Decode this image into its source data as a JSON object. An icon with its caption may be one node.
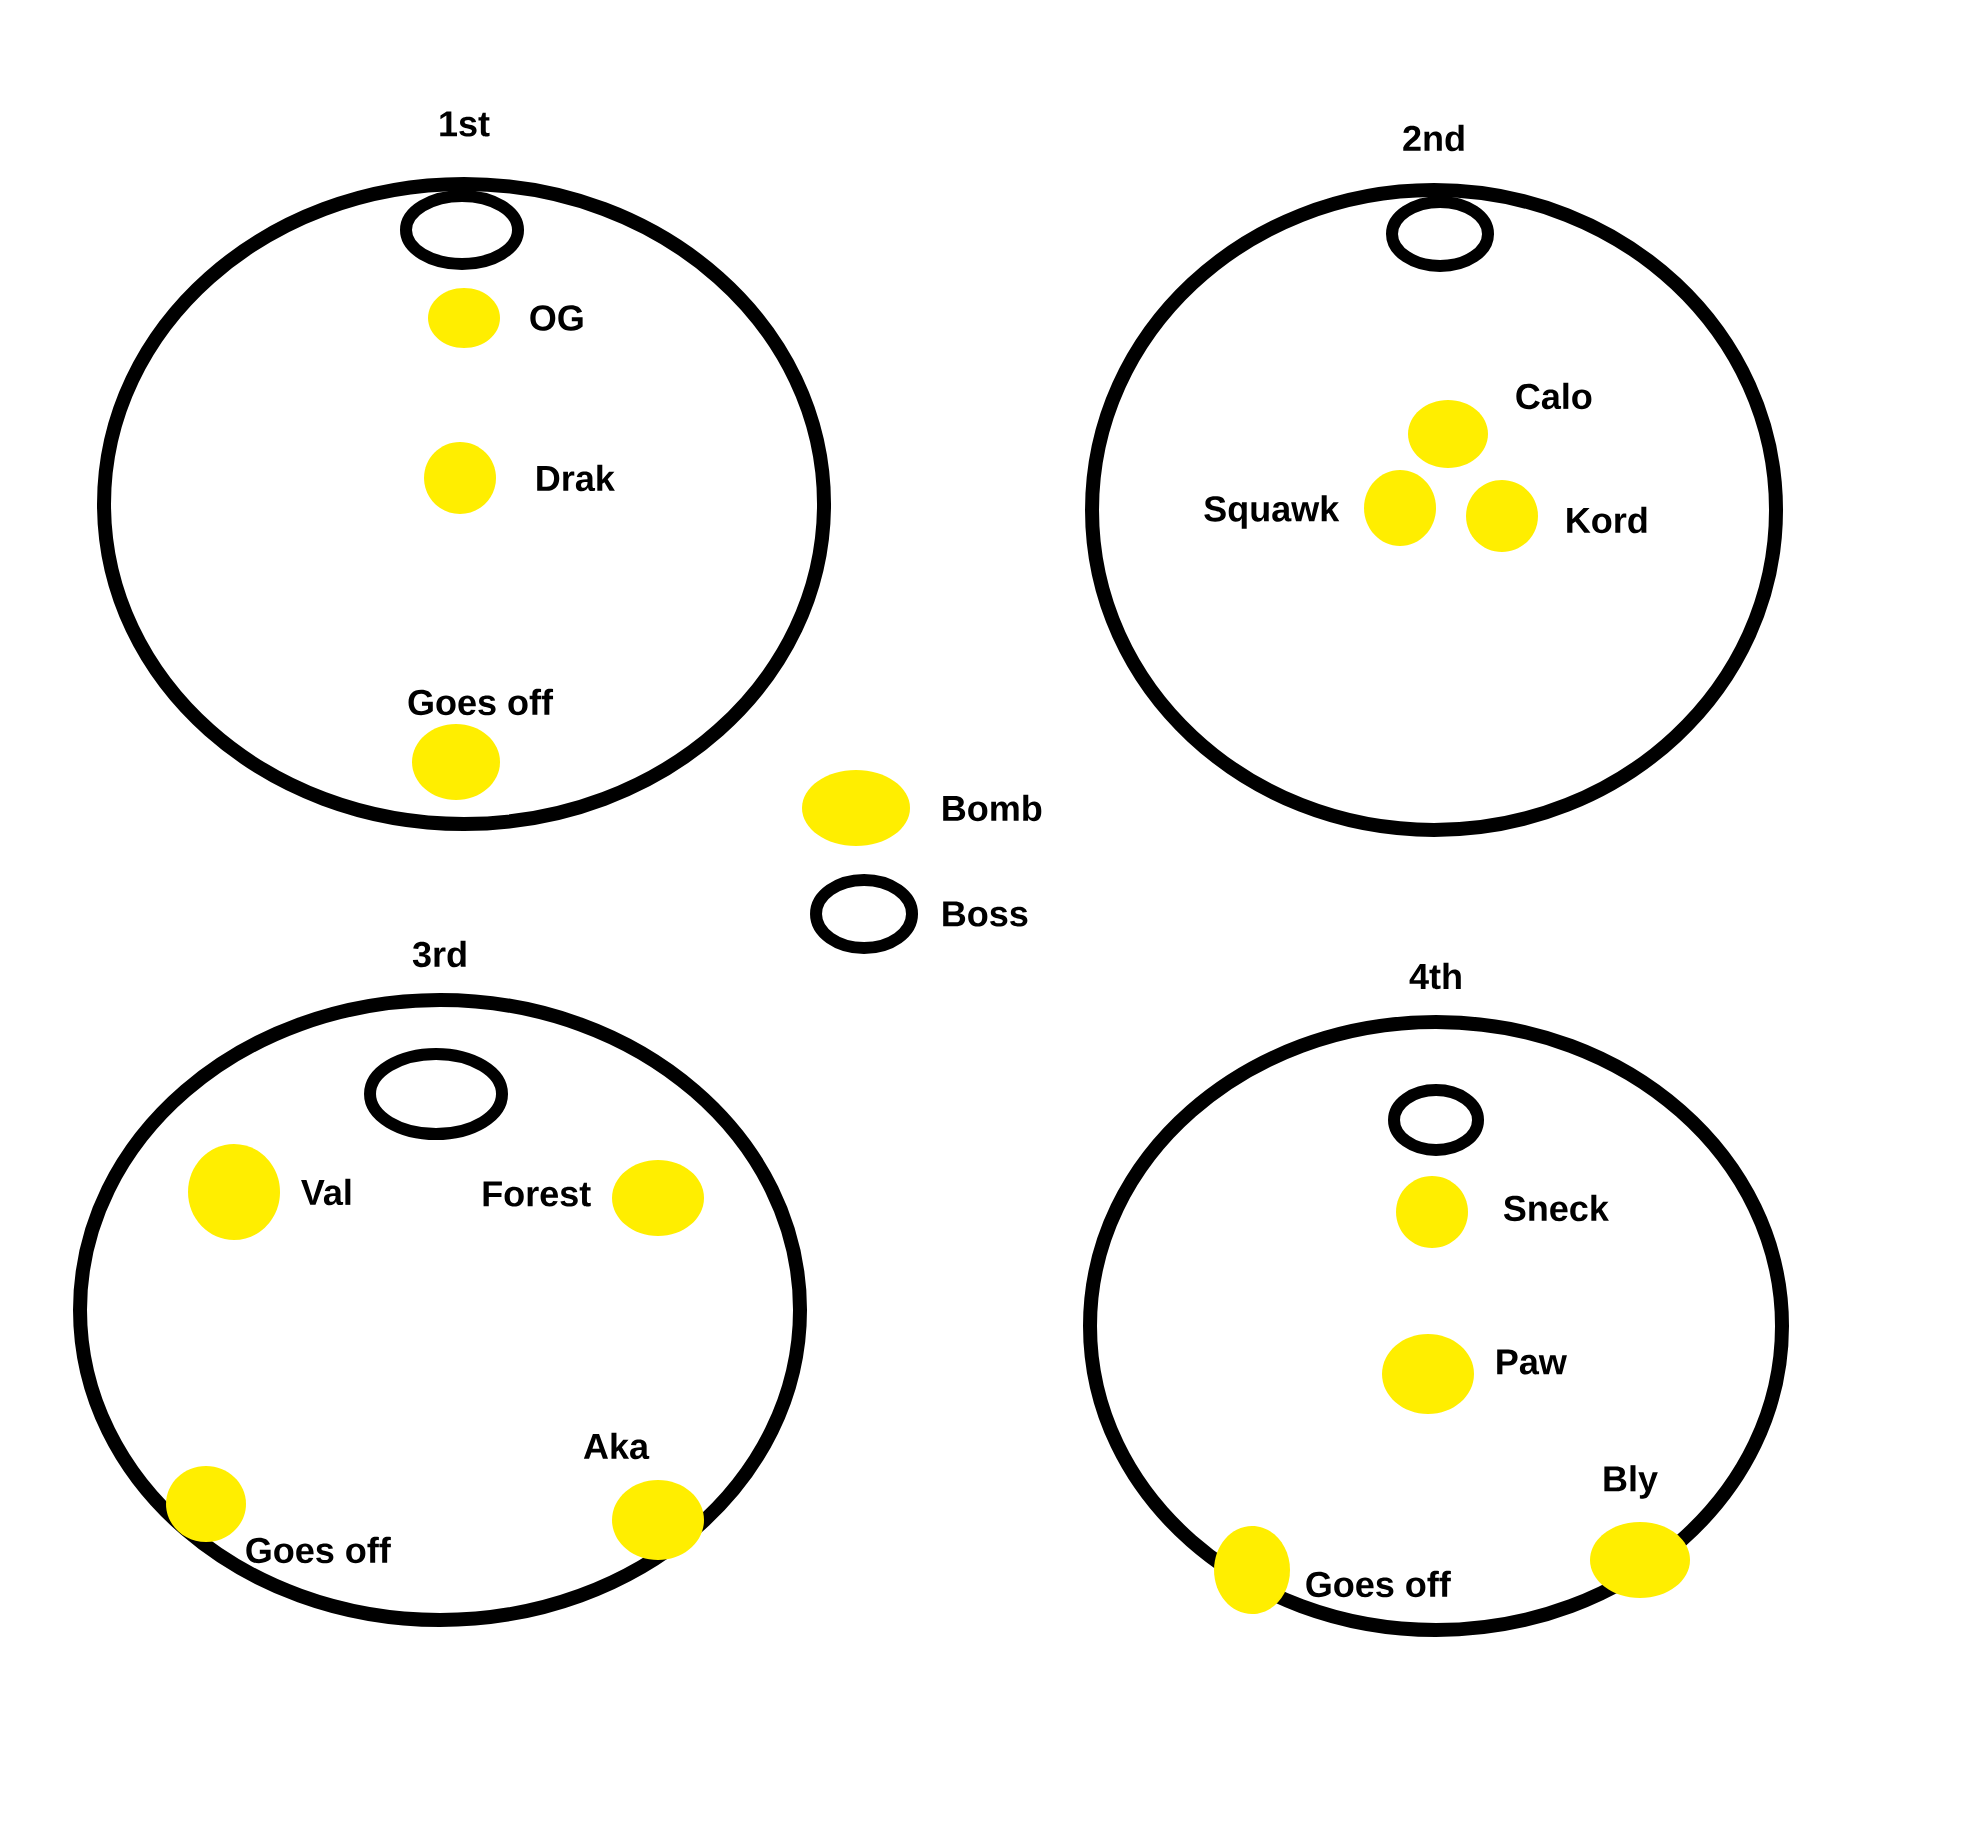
{
  "diagram": {
    "nodes": [
      {
        "text": [
          "1st"
        ]
      },
      {
        "text": [],
        "shape": "ring",
        "in": 0
      },
      {
        "text": [],
        "shape": "circle",
        "in": 0,
        "beside": [
          "OG"
        ]
      },
      {
        "text": [],
        "shape": "circle",
        "in": 0,
        "beside": [
          "Drak"
        ]
      },
      {
        "text": [],
        "shape": "circle",
        "in": 0,
        "beside": [
          "Goes off"
        ]
      },
      {
        "text": [
          "2nd"
        ]
      },
      {
        "text": [],
        "shape": "ring",
        "in": 5
      },
      {
        "text": [],
        "shape": "circle",
        "in": 5,
        "beside": [
          "Calo"
        ]
      },
      {
        "text": [],
        "shape": "circle",
        "in": 5,
        "beside": [
          "Squawk"
        ]
      },
      {
        "text": [],
        "shape": "circle",
        "in": 5,
        "beside": [
          "Kord"
        ]
      },
      {
        "text": [
          "3rd"
        ]
      },
      {
        "text": [],
        "shape": "ring",
        "in": 10
      },
      {
        "text": [],
        "shape": "circle",
        "in": 10,
        "beside": [
          "Val"
        ]
      },
      {
        "text": [],
        "shape": "circle",
        "in": 10,
        "beside": [
          "Forest"
        ]
      },
      {
        "text": [],
        "shape": "circle",
        "in": 10,
        "beside": [
          "Aka"
        ]
      },
      {
        "text": [],
        "shape": "circle",
        "in": 10,
        "beside": [
          "Goes off"
        ]
      },
      {
        "text": [
          "4th"
        ]
      },
      {
        "text": [],
        "shape": "ring",
        "in": 16
      },
      {
        "text": [],
        "shape": "circle",
        "in": 16,
        "beside": [
          "Sneck"
        ]
      },
      {
        "text": [],
        "shape": "circle",
        "in": 16,
        "beside": [
          "Paw"
        ]
      },
      {
        "text": [],
        "shape": "circle",
        "in": 16,
        "beside": [
          "Bly"
        ]
      },
      {
        "text": [],
        "shape": "circle",
        "in": 16,
        "beside": [
          "Goes off"
        ]
      }
    ],
    "legend": [
      {
        "text": "Bomb",
        "color": "#ffee00"
      },
      {
        "text": "Boss"
      }
    ]
  }
}
